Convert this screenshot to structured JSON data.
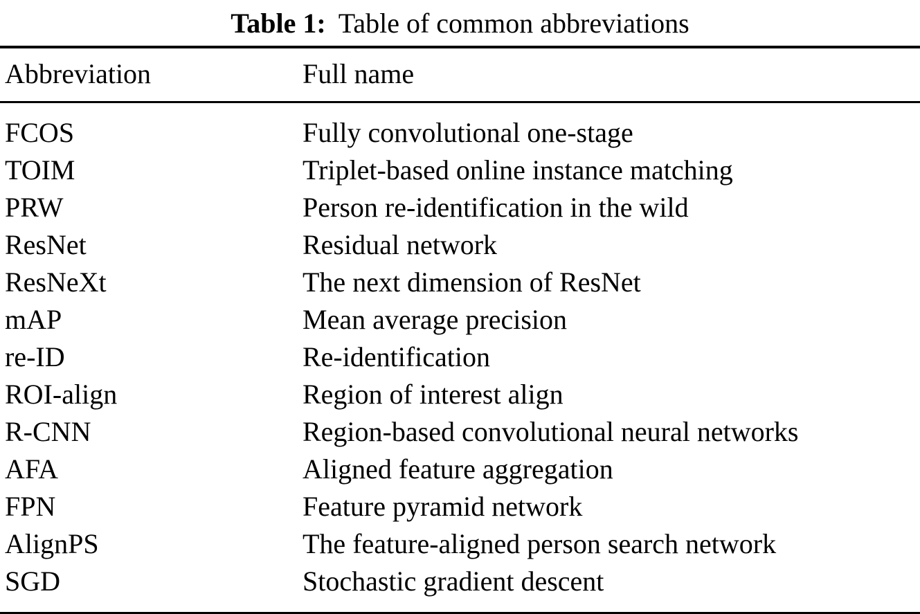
{
  "caption": {
    "label": "Table 1:",
    "text": "Table of common abbreviations"
  },
  "table": {
    "columns": [
      "Abbreviation",
      "Full name"
    ],
    "rows": [
      {
        "abbr": "FCOS",
        "full": "Fully convolutional one-stage"
      },
      {
        "abbr": "TOIM",
        "full": "Triplet-based online instance matching"
      },
      {
        "abbr": "PRW",
        "full": "Person re-identification in the wild"
      },
      {
        "abbr": "ResNet",
        "full": "Residual network"
      },
      {
        "abbr": "ResNeXt",
        "full": "The next dimension of ResNet"
      },
      {
        "abbr": "mAP",
        "full": "Mean average precision"
      },
      {
        "abbr": "re-ID",
        "full": "Re-identification"
      },
      {
        "abbr": "ROI-align",
        "full": "Region of interest align"
      },
      {
        "abbr": "R-CNN",
        "full": "Region-based convolutional neural networks"
      },
      {
        "abbr": "AFA",
        "full": "Aligned feature aggregation"
      },
      {
        "abbr": "FPN",
        "full": "Feature pyramid network"
      },
      {
        "abbr": "AlignPS",
        "full": "The feature-aligned person search network"
      },
      {
        "abbr": "SGD",
        "full": "Stochastic gradient descent"
      }
    ]
  },
  "colors": {
    "text": "#000000",
    "background": "#ffffff",
    "rule": "#000000"
  }
}
